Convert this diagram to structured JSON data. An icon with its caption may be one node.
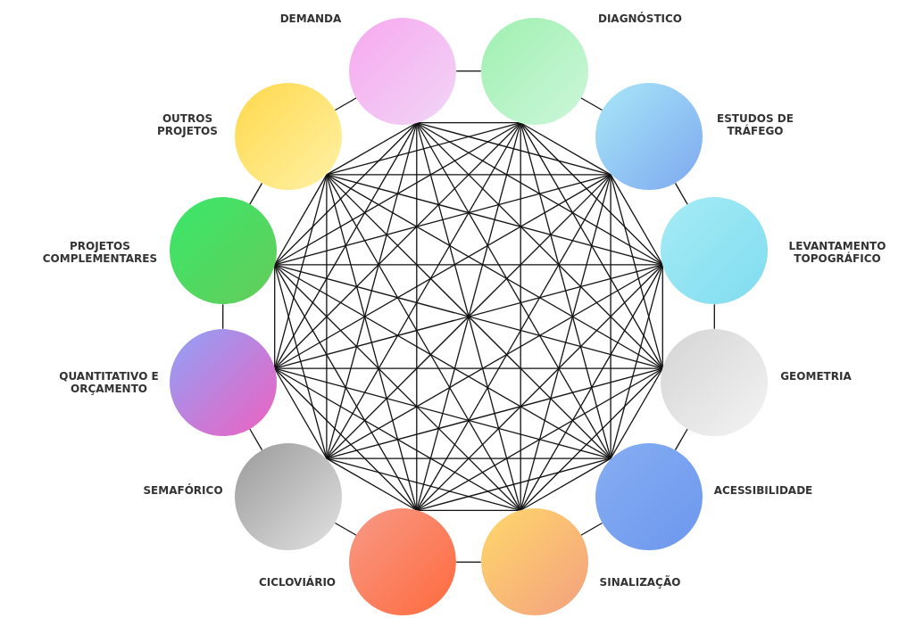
{
  "diagram": {
    "nodes": [
      {
        "text": [],
        "shape": "circle",
        "beside": [
          "DEMANDA"
        ]
      },
      {
        "text": [],
        "shape": "circle",
        "beside": [
          "DIAGNÓSTICO"
        ]
      },
      {
        "text": [],
        "shape": "circle",
        "beside": [
          "ESTUDOS DE TRÁFEGO"
        ]
      },
      {
        "text": [],
        "shape": "circle",
        "beside": [
          "LEVANTAMENTO TOPOGRÁFICO"
        ]
      },
      {
        "text": [],
        "shape": "circle",
        "beside": [
          "GEOMETRIA"
        ]
      },
      {
        "text": [],
        "shape": "circle",
        "beside": [
          "ACESSIBILIDADE"
        ]
      },
      {
        "text": [],
        "shape": "circle",
        "beside": [
          "SINALIZAÇÃO"
        ]
      },
      {
        "text": [],
        "shape": "circle",
        "beside": [
          "CICLOVIÁRIO"
        ]
      },
      {
        "text": [],
        "shape": "circle",
        "beside": [
          "SEMAFÓRICO"
        ]
      },
      {
        "text": [],
        "shape": "circle",
        "beside": [
          "QUANTITATIVO E ORÇAMENTO"
        ]
      },
      {
        "text": [],
        "shape": "circle",
        "beside": [
          "PROJETOS COMPLEMENTARES"
        ]
      },
      {
        "text": [],
        "shape": "circle",
        "beside": [
          "OUTROS PROJETOS"
        ]
      }
    ],
    "edges": [
      {
        "from": 0,
        "to": 1,
        "arrow": "none"
      },
      {
        "from": 1,
        "to": 2,
        "arrow": "none"
      },
      {
        "from": 2,
        "to": 3,
        "arrow": "none"
      },
      {
        "from": 3,
        "to": 4,
        "arrow": "none"
      },
      {
        "from": 4,
        "to": 5,
        "arrow": "none"
      },
      {
        "from": 5,
        "to": 6,
        "arrow": "none"
      },
      {
        "from": 6,
        "to": 7,
        "arrow": "none"
      },
      {
        "from": 7,
        "to": 8,
        "arrow": "none"
      },
      {
        "from": 8,
        "to": 9,
        "arrow": "none"
      },
      {
        "from": 9,
        "to": 10,
        "arrow": "none"
      },
      {
        "from": 10,
        "to": 11,
        "arrow": "none"
      },
      {
        "from": 11,
        "to": 0,
        "arrow": "none"
      },
      {
        "from": 0,
        "to": 1,
        "arrow": "none"
      },
      {
        "from": 0,
        "to": 2,
        "arrow": "none"
      },
      {
        "from": 0,
        "to": 3,
        "arrow": "none"
      },
      {
        "from": 0,
        "to": 4,
        "arrow": "none"
      },
      {
        "from": 0,
        "to": 5,
        "arrow": "none"
      },
      {
        "from": 0,
        "to": 6,
        "arrow": "none"
      },
      {
        "from": 0,
        "to": 7,
        "arrow": "none"
      },
      {
        "from": 0,
        "to": 8,
        "arrow": "none"
      },
      {
        "from": 0,
        "to": 9,
        "arrow": "none"
      },
      {
        "from": 0,
        "to": 10,
        "arrow": "none"
      },
      {
        "from": 0,
        "to": 11,
        "arrow": "none"
      },
      {
        "from": 1,
        "to": 2,
        "arrow": "none"
      },
      {
        "from": 1,
        "to": 3,
        "arrow": "none"
      },
      {
        "from": 1,
        "to": 4,
        "arrow": "none"
      },
      {
        "from": 1,
        "to": 5,
        "arrow": "none"
      },
      {
        "from": 1,
        "to": 6,
        "arrow": "none"
      },
      {
        "from": 1,
        "to": 7,
        "arrow": "none"
      },
      {
        "from": 1,
        "to": 8,
        "arrow": "none"
      },
      {
        "from": 1,
        "to": 9,
        "arrow": "none"
      },
      {
        "from": 1,
        "to": 10,
        "arrow": "none"
      },
      {
        "from": 1,
        "to": 11,
        "arrow": "none"
      },
      {
        "from": 2,
        "to": 3,
        "arrow": "none"
      },
      {
        "from": 2,
        "to": 4,
        "arrow": "none"
      },
      {
        "from": 2,
        "to": 5,
        "arrow": "none"
      },
      {
        "from": 2,
        "to": 6,
        "arrow": "none"
      },
      {
        "from": 2,
        "to": 7,
        "arrow": "none"
      },
      {
        "from": 2,
        "to": 8,
        "arrow": "none"
      },
      {
        "from": 2,
        "to": 9,
        "arrow": "none"
      },
      {
        "from": 2,
        "to": 10,
        "arrow": "none"
      },
      {
        "from": 2,
        "to": 11,
        "arrow": "none"
      },
      {
        "from": 3,
        "to": 4,
        "arrow": "none"
      },
      {
        "from": 3,
        "to": 5,
        "arrow": "none"
      },
      {
        "from": 3,
        "to": 6,
        "arrow": "none"
      },
      {
        "from": 3,
        "to": 7,
        "arrow": "none"
      },
      {
        "from": 3,
        "to": 8,
        "arrow": "none"
      },
      {
        "from": 3,
        "to": 9,
        "arrow": "none"
      },
      {
        "from": 3,
        "to": 10,
        "arrow": "none"
      },
      {
        "from": 3,
        "to": 11,
        "arrow": "none"
      },
      {
        "from": 4,
        "to": 5,
        "arrow": "none"
      },
      {
        "from": 4,
        "to": 6,
        "arrow": "none"
      },
      {
        "from": 4,
        "to": 7,
        "arrow": "none"
      },
      {
        "from": 4,
        "to": 8,
        "arrow": "none"
      },
      {
        "from": 4,
        "to": 9,
        "arrow": "none"
      },
      {
        "from": 4,
        "to": 10,
        "arrow": "none"
      },
      {
        "from": 4,
        "to": 11,
        "arrow": "none"
      },
      {
        "from": 5,
        "to": 6,
        "arrow": "none"
      },
      {
        "from": 5,
        "to": 7,
        "arrow": "none"
      },
      {
        "from": 5,
        "to": 8,
        "arrow": "none"
      },
      {
        "from": 5,
        "to": 9,
        "arrow": "none"
      },
      {
        "from": 5,
        "to": 10,
        "arrow": "none"
      },
      {
        "from": 5,
        "to": 11,
        "arrow": "none"
      },
      {
        "from": 6,
        "to": 7,
        "arrow": "none"
      },
      {
        "from": 6,
        "to": 8,
        "arrow": "none"
      },
      {
        "from": 6,
        "to": 9,
        "arrow": "none"
      },
      {
        "from": 6,
        "to": 10,
        "arrow": "none"
      },
      {
        "from": 6,
        "to": 11,
        "arrow": "none"
      },
      {
        "from": 7,
        "to": 8,
        "arrow": "none"
      },
      {
        "from": 7,
        "to": 9,
        "arrow": "none"
      },
      {
        "from": 7,
        "to": 10,
        "arrow": "none"
      },
      {
        "from": 7,
        "to": 11,
        "arrow": "none"
      },
      {
        "from": 8,
        "to": 9,
        "arrow": "none"
      },
      {
        "from": 8,
        "to": 10,
        "arrow": "none"
      },
      {
        "from": 8,
        "to": 11,
        "arrow": "none"
      },
      {
        "from": 9,
        "to": 10,
        "arrow": "none"
      },
      {
        "from": 9,
        "to": 11,
        "arrow": "none"
      },
      {
        "from": 10,
        "to": 11,
        "arrow": "none"
      }
    ]
  }
}
